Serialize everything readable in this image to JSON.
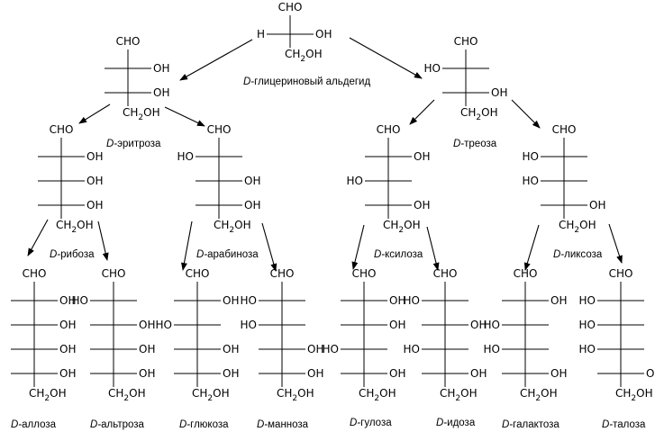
{
  "diagram": {
    "title": "",
    "groups": {
      "CHO": "CHO",
      "OH": "OH",
      "HO": "HO",
      "H": "H",
      "CH2OH": {
        "base": "CH",
        "sub": "2",
        "tail": "OH"
      }
    },
    "nodes": [
      {
        "id": "glyceraldehyde",
        "prefix": "D-",
        "name": "глицериновый альдегид",
        "centers": [
          {
            "left": "H",
            "right": "OH"
          }
        ]
      },
      {
        "id": "erythrose",
        "prefix": "D-",
        "name": "эритроза",
        "centers": [
          {
            "left": "",
            "right": "OH"
          },
          {
            "left": "",
            "right": "OH"
          }
        ]
      },
      {
        "id": "threose",
        "prefix": "D-",
        "name": "треоза",
        "centers": [
          {
            "left": "HO",
            "right": ""
          },
          {
            "left": "",
            "right": "OH"
          }
        ]
      },
      {
        "id": "ribose",
        "prefix": "D-",
        "name": "рибоза",
        "centers": [
          {
            "left": "",
            "right": "OH"
          },
          {
            "left": "",
            "right": "OH"
          },
          {
            "left": "",
            "right": "OH"
          }
        ]
      },
      {
        "id": "arabinose",
        "prefix": "D-",
        "name": "арабиноза",
        "centers": [
          {
            "left": "HO",
            "right": ""
          },
          {
            "left": "",
            "right": "OH"
          },
          {
            "left": "",
            "right": "OH"
          }
        ]
      },
      {
        "id": "xylose",
        "prefix": "D-",
        "name": "ксилоза",
        "centers": [
          {
            "left": "",
            "right": "OH"
          },
          {
            "left": "HO",
            "right": ""
          },
          {
            "left": "",
            "right": "OH"
          }
        ]
      },
      {
        "id": "lyxose",
        "prefix": "D-",
        "name": "ликсоза",
        "centers": [
          {
            "left": "HO",
            "right": ""
          },
          {
            "left": "HO",
            "right": ""
          },
          {
            "left": "",
            "right": "OH"
          }
        ]
      },
      {
        "id": "allose",
        "prefix": "D-",
        "name": "аллоза",
        "centers": [
          {
            "left": "",
            "right": "OH"
          },
          {
            "left": "",
            "right": "OH"
          },
          {
            "left": "",
            "right": "OH"
          },
          {
            "left": "",
            "right": "OH"
          }
        ]
      },
      {
        "id": "altrose",
        "prefix": "D-",
        "name": "альтроза",
        "centers": [
          {
            "left": "HO",
            "right": ""
          },
          {
            "left": "",
            "right": "OH"
          },
          {
            "left": "",
            "right": "OH"
          },
          {
            "left": "",
            "right": "OH"
          }
        ]
      },
      {
        "id": "glucose",
        "prefix": "D-",
        "name": "глюкоза",
        "centers": [
          {
            "left": "",
            "right": "OH"
          },
          {
            "left": "HO",
            "right": ""
          },
          {
            "left": "",
            "right": "OH"
          },
          {
            "left": "",
            "right": "OH"
          }
        ]
      },
      {
        "id": "mannose",
        "prefix": "D-",
        "name": "манноза",
        "centers": [
          {
            "left": "HO",
            "right": ""
          },
          {
            "left": "HO",
            "right": ""
          },
          {
            "left": "",
            "right": "OH"
          },
          {
            "left": "",
            "right": "OH"
          }
        ]
      },
      {
        "id": "gulose",
        "prefix": "D-",
        "name": "гулоза",
        "centers": [
          {
            "left": "",
            "right": "OH"
          },
          {
            "left": "",
            "right": "OH"
          },
          {
            "left": "HO",
            "right": ""
          },
          {
            "left": "",
            "right": "OH"
          }
        ]
      },
      {
        "id": "idose",
        "prefix": "D-",
        "name": "идоза",
        "centers": [
          {
            "left": "HO",
            "right": ""
          },
          {
            "left": "",
            "right": "OH"
          },
          {
            "left": "HO",
            "right": ""
          },
          {
            "left": "",
            "right": "OH"
          }
        ]
      },
      {
        "id": "galactose",
        "prefix": "D-",
        "name": "галактоза",
        "centers": [
          {
            "left": "",
            "right": "OH"
          },
          {
            "left": "HO",
            "right": ""
          },
          {
            "left": "HO",
            "right": ""
          },
          {
            "left": "",
            "right": "OH"
          }
        ]
      },
      {
        "id": "talose",
        "prefix": "D-",
        "name": "талоза",
        "centers": [
          {
            "left": "HO",
            "right": ""
          },
          {
            "left": "HO",
            "right": ""
          },
          {
            "left": "HO",
            "right": ""
          },
          {
            "left": "",
            "right": "OH"
          }
        ]
      }
    ],
    "edges": [
      {
        "from": "glyceraldehyde",
        "to": "erythrose"
      },
      {
        "from": "glyceraldehyde",
        "to": "threose"
      },
      {
        "from": "erythrose",
        "to": "ribose"
      },
      {
        "from": "erythrose",
        "to": "arabinose"
      },
      {
        "from": "threose",
        "to": "xylose"
      },
      {
        "from": "threose",
        "to": "lyxose"
      },
      {
        "from": "ribose",
        "to": "allose"
      },
      {
        "from": "ribose",
        "to": "altrose"
      },
      {
        "from": "arabinose",
        "to": "glucose"
      },
      {
        "from": "arabinose",
        "to": "mannose"
      },
      {
        "from": "xylose",
        "to": "gulose"
      },
      {
        "from": "xylose",
        "to": "idose"
      },
      {
        "from": "lyxose",
        "to": "galactose"
      },
      {
        "from": "lyxose",
        "to": "talose"
      }
    ]
  }
}
